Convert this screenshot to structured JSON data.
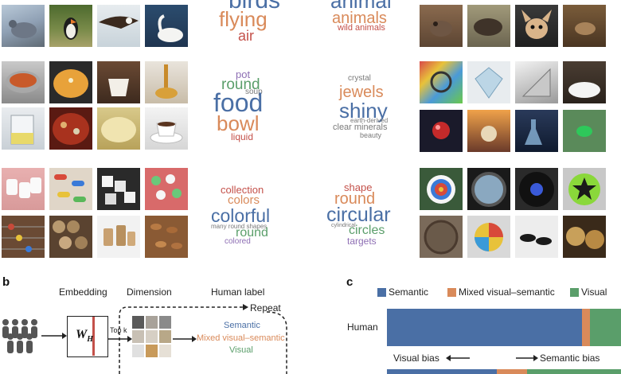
{
  "colors": {
    "semantic": "#4a6fa5",
    "mixed": "#d98a5a",
    "visual": "#5a9e6a",
    "purple": "#8e6fb4",
    "red": "#c4514a",
    "gray": "#7a7a7a"
  },
  "wordclouds": {
    "birds": {
      "w1": "birds",
      "w2": "flying",
      "w3": "air"
    },
    "animals": {
      "w1": "animal",
      "w2": "animals",
      "w3": "wild animals"
    },
    "food": {
      "w1": "pot",
      "w2": "round",
      "w3": "soup",
      "w4": "food",
      "w5": "bowl",
      "w6": "liquid"
    },
    "shiny": {
      "w1": "crystal",
      "w2": "jewels",
      "w3": "shiny",
      "w4": "earth-derived",
      "w5": "clear minerals",
      "w6": "beauty"
    },
    "colorful": {
      "w1": "collection",
      "w2": "colors",
      "w3": "colorful",
      "w4": "many round shapes",
      "w5": "round",
      "w6": "colored"
    },
    "circular": {
      "w1": "shape",
      "w2": "round",
      "w3": "circular",
      "w4": "cylindrical",
      "w5": "circles",
      "w6": "targets"
    }
  },
  "panel_b": {
    "letter": "b",
    "col_embedding": "Embedding",
    "col_dimension": "Dimension",
    "col_human_label": "Human label",
    "repeat": "Repeat",
    "matrix_label": "W",
    "matrix_sub": "H",
    "top_k": "Top k",
    "semantic": "Semantic",
    "mixed": "Mixed visual–semantic",
    "visual": "Visual"
  },
  "panel_c": {
    "letter": "c",
    "legend_semantic": "Semantic",
    "legend_mixed": "Mixed visual–semantic",
    "legend_visual": "Visual",
    "row_human": "Human",
    "visual_bias": "Visual bias",
    "semantic_bias": "Semantic bias",
    "human_bar": {
      "semantic": 0.835,
      "mixed": 0.035,
      "visual": 0.13
    },
    "second_bar": {
      "semantic": 0.47,
      "mixed": 0.13,
      "visual": 0.4
    }
  }
}
